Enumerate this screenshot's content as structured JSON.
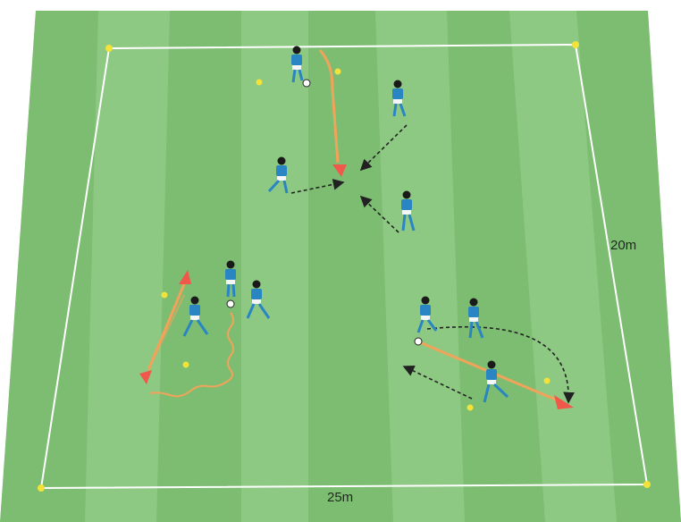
{
  "dimensions": {
    "width_label": "25m",
    "height_label": "20m"
  },
  "colors": {
    "pitch_light": "#8ec983",
    "pitch_dark": "#79bb70",
    "line": "#ffffff",
    "cone": "#f2e23a",
    "shirt": "#2a86c2",
    "shorts": "#f4f6f8",
    "run_arrow": "#f2a35a",
    "run_head": "#f0584b",
    "pass_arrow": "#222222"
  },
  "groups": [
    {
      "name": "top-group",
      "players": 4,
      "ball": true
    },
    {
      "name": "left-group",
      "players": 3,
      "ball": true
    },
    {
      "name": "right-group",
      "players": 3,
      "ball": true
    }
  ]
}
